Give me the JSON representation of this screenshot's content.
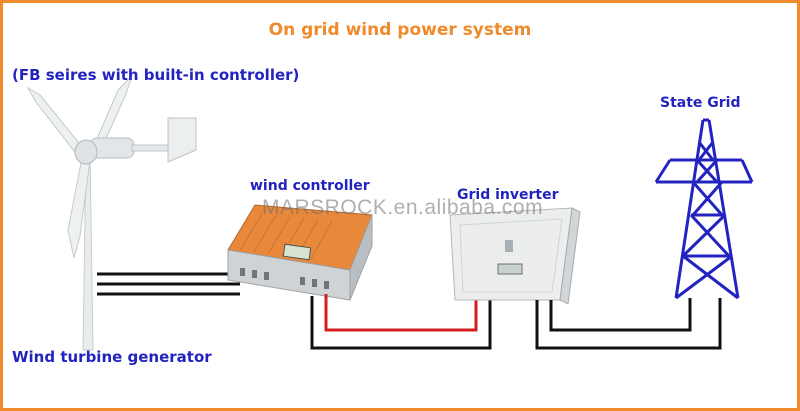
{
  "title": "On grid wind power system",
  "labels": {
    "fb_series": "(FB seires with built-in controller)",
    "wind_controller": "wind controller",
    "grid_inverter": "Grid inverter",
    "state_grid": "State Grid",
    "wind_turbine": "Wind turbine generator"
  },
  "watermark": "MARSROCK.en.alibaba.com",
  "colors": {
    "border": "#f08a2a",
    "title": "#f08a2a",
    "label": "#2323c0",
    "tower": "#2323c0",
    "dc_wire": "#d31f1f",
    "ac_wire": "#111111",
    "controller": "#e8883a"
  },
  "icons": [
    "wind-turbine-icon",
    "wind-controller-icon",
    "grid-inverter-icon",
    "transmission-tower-icon"
  ]
}
